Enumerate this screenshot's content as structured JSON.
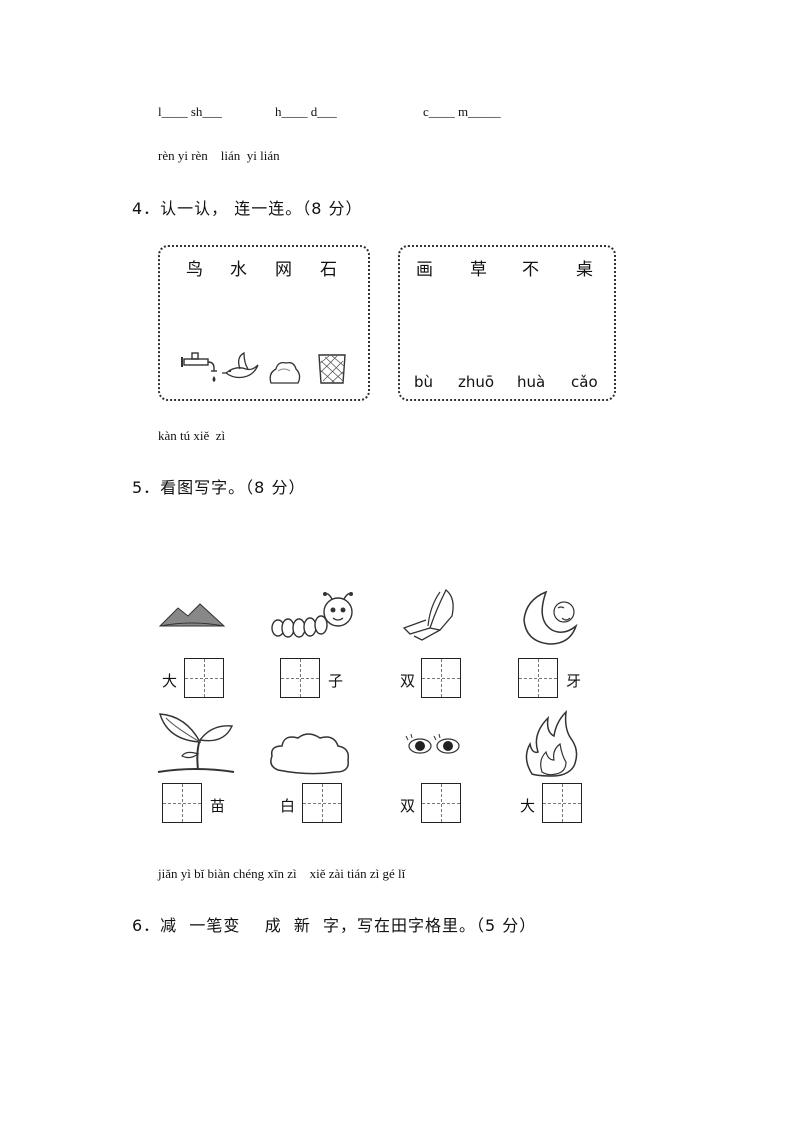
{
  "fill_blanks": {
    "item1": "l____ sh___",
    "item2": "h____ d___",
    "item3": "c____ m_____"
  },
  "q4_pinyin": "rèn yi rèn    lián  yi lián",
  "q4": {
    "title": "4．认一认， 连一连。（8 分）",
    "box_left": {
      "chars": [
        "鸟",
        "水",
        "网",
        "石"
      ]
    },
    "box_right": {
      "chars": [
        "画",
        "草",
        "不",
        "桌"
      ],
      "pinyin": [
        "bù",
        "zhuō",
        "huà",
        "cǎo"
      ]
    }
  },
  "q5_pinyin": "kàn tú xiě  zì",
  "q5": {
    "title": "5．看图写字。（8 分）",
    "row1": [
      {
        "label": "大",
        "side": "left",
        "icon": "mountain-icon"
      },
      {
        "label": "子",
        "side": "right",
        "icon": "caterpillar-icon"
      },
      {
        "label": "双",
        "side": "left",
        "icon": "hands-icon"
      },
      {
        "label": "牙",
        "side": "right",
        "icon": "moon-icon"
      }
    ],
    "row2": [
      {
        "label": "苗",
        "side": "right",
        "icon": "sprout-icon"
      },
      {
        "label": "白",
        "side": "left",
        "icon": "cloud-icon"
      },
      {
        "label": "双",
        "side": "left",
        "icon": "eyes-icon"
      },
      {
        "label": "大",
        "side": "left",
        "icon": "fire-icon"
      }
    ]
  },
  "q6_pinyin": "jiǎn yì bǐ biàn chéng xīn zì    xiě zài tián zì gé lǐ",
  "q6": {
    "title": "6．减  一笔变    成  新  字，写在田字格里。（5 分）"
  }
}
